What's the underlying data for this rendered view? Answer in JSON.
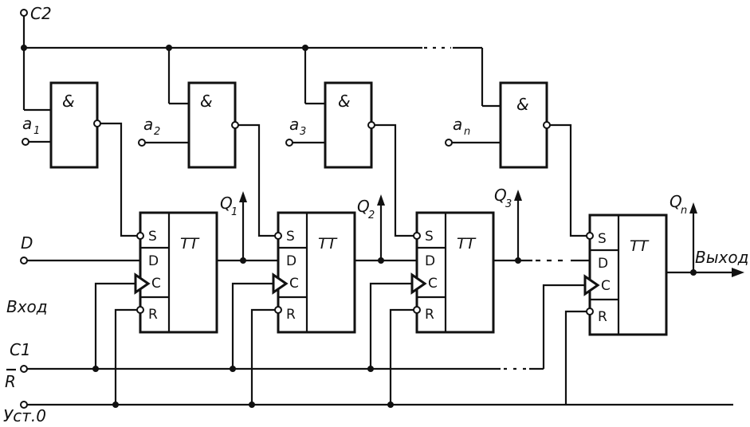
{
  "inputs": {
    "c2": "C2",
    "d": "D",
    "input_caption": "Вход",
    "c1": "C1",
    "r_bar": "R",
    "set_zero": "Уст.0"
  },
  "gates": [
    {
      "symbol": "&",
      "input": "a",
      "index": "1"
    },
    {
      "symbol": "&",
      "input": "a",
      "index": "2"
    },
    {
      "symbol": "&",
      "input": "a",
      "index": "3"
    },
    {
      "symbol": "&",
      "input": "a",
      "index": "n"
    }
  ],
  "flipflops": [
    {
      "type": "TT",
      "pins": [
        "S",
        "D",
        "C",
        "R"
      ],
      "output": "Q",
      "output_index": "1"
    },
    {
      "type": "TT",
      "pins": [
        "S",
        "D",
        "C",
        "R"
      ],
      "output": "Q",
      "output_index": "2"
    },
    {
      "type": "TT",
      "pins": [
        "S",
        "D",
        "C",
        "R"
      ],
      "output": "Q",
      "output_index": "3"
    },
    {
      "type": "TT",
      "pins": [
        "S",
        "D",
        "C",
        "R"
      ],
      "output": "Q",
      "output_index": "n"
    }
  ],
  "output_label": "Выход"
}
